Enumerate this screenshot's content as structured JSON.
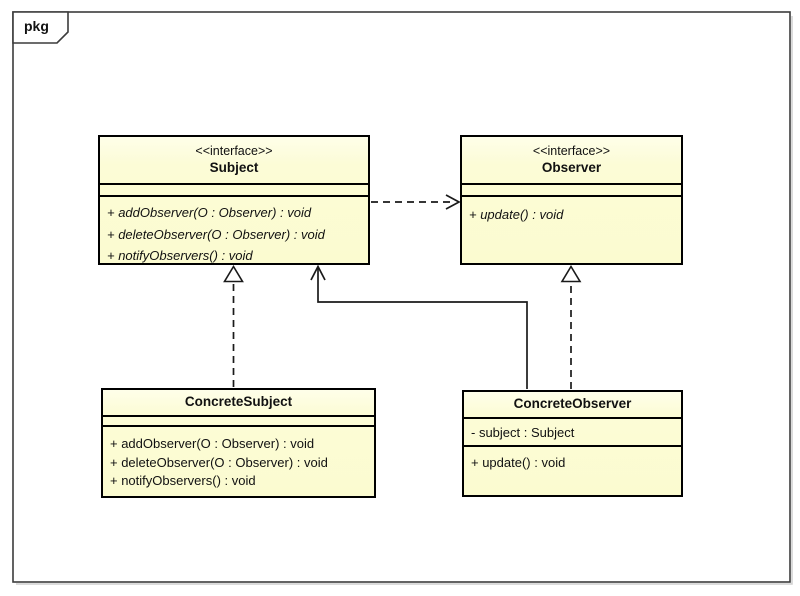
{
  "package": {
    "label": "pkg"
  },
  "classes": [
    {
      "name": "Subject",
      "stereotype": "<<interface>>",
      "attributes": [],
      "operations": [
        "+ addObserver(O : Observer) : void",
        "+ deleteObserver(O : Observer) : void",
        "+ notifyObservers() : void"
      ]
    },
    {
      "name": "Observer",
      "stereotype": "<<interface>>",
      "attributes": [],
      "operations": [
        "+ update() : void"
      ]
    },
    {
      "name": "ConcreteSubject",
      "stereotype": "",
      "attributes": [],
      "operations": [
        "+ addObserver(O : Observer) : void",
        "+ deleteObserver(O : Observer) : void",
        "+ notifyObservers() : void"
      ]
    },
    {
      "name": "ConcreteObserver",
      "stereotype": "",
      "attributes": [
        "- subject : Subject"
      ],
      "operations": [
        "+ update() : void"
      ]
    }
  ],
  "relationships": [
    {
      "from": "Subject",
      "to": "Observer",
      "type": "dependency",
      "line": "dashed",
      "head": "open-arrow"
    },
    {
      "from": "ConcreteSubject",
      "to": "Subject",
      "type": "realization",
      "line": "dashed",
      "head": "hollow-triangle"
    },
    {
      "from": "ConcreteObserver",
      "to": "Observer",
      "type": "realization",
      "line": "dashed",
      "head": "hollow-triangle"
    },
    {
      "from": "ConcreteObserver",
      "to": "Subject",
      "type": "association",
      "line": "solid",
      "head": "open-arrow"
    }
  ],
  "colors": {
    "class_fill": "#FCFCD6",
    "class_border": "#000000",
    "frame_border": "#3C3C3C",
    "arrow": "#1A1A1A",
    "background": "#FFFFFF"
  }
}
